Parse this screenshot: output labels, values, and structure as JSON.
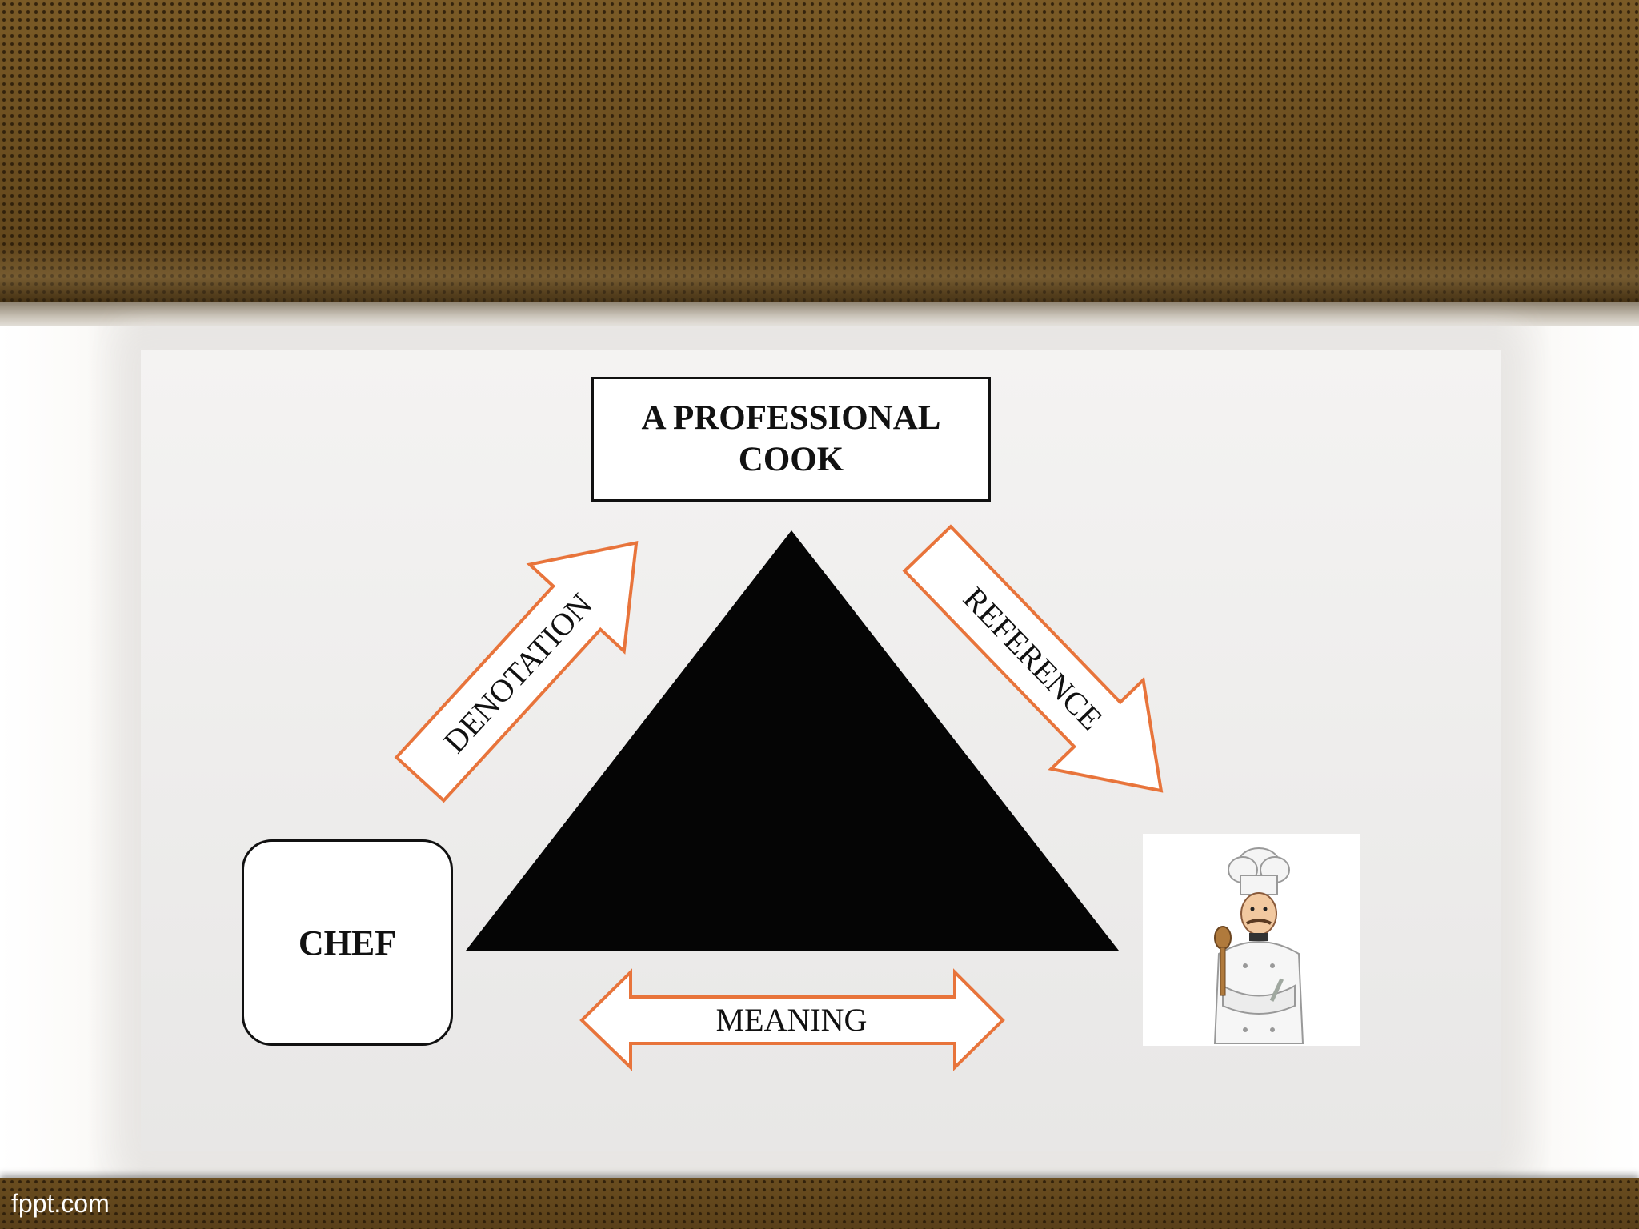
{
  "diagram": {
    "top_label": "A PROFESSIONAL COOK",
    "left_label": "CHEF",
    "arrow_left_label": "DENOTATION",
    "arrow_right_label": "REFERENCE",
    "arrow_bottom_label": "MEANING",
    "image_name": "chef-illustration"
  },
  "footer": {
    "brand": "fppt.com"
  },
  "colors": {
    "arrow_outline": "#e8743b",
    "triangle": "#050505",
    "band": "#6e5122"
  }
}
